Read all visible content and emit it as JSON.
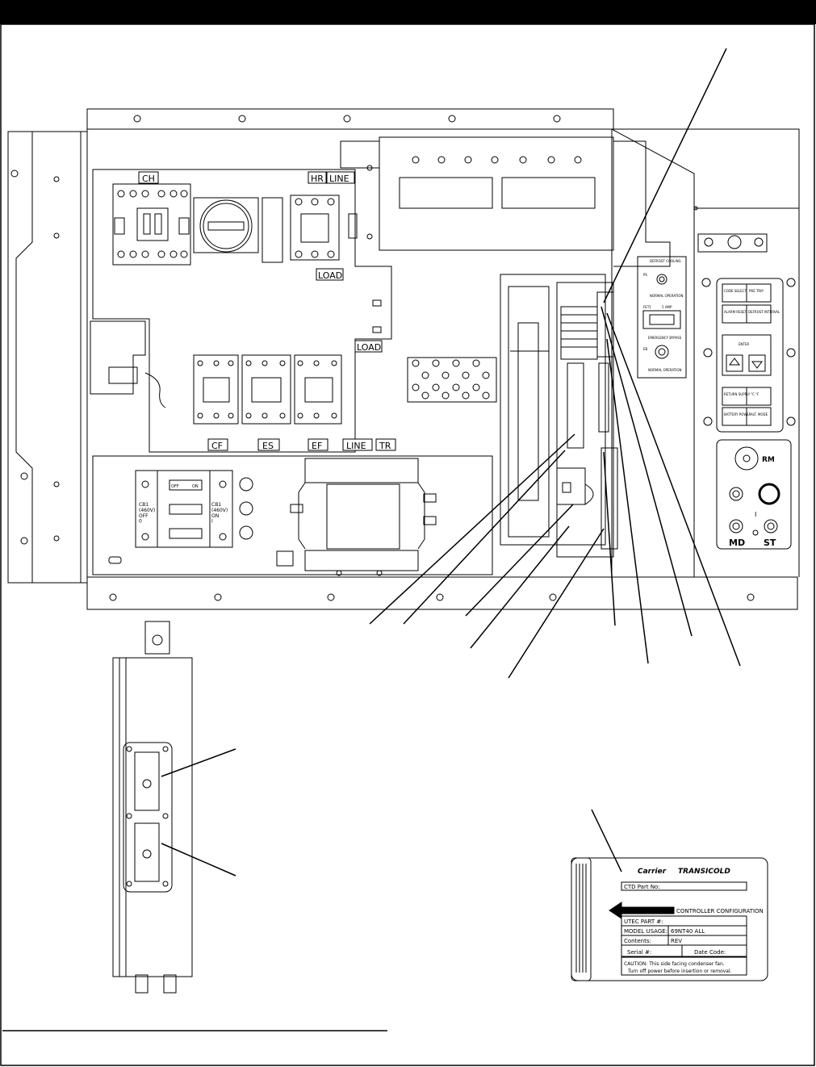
{
  "panel_labels": {
    "ch": "CH",
    "hr": "HR",
    "line_top": "LINE",
    "load_1": "LOAD",
    "load_2": "LOAD",
    "cf": "CF",
    "es": "ES",
    "ef": "EF",
    "line_bottom": "LINE",
    "tr": "TR"
  },
  "breakers": {
    "cb1_off": "CB1\n(460V)\nOFF\n0",
    "cb1_on": "CB1\n(460V)\nON\nI",
    "off_text": "OFF",
    "on_text": "ON"
  },
  "keypad": {
    "keys": [
      "CODE SELECT",
      "PRE TRIP",
      "ALARM RESET",
      "DEFROST INTERVAL",
      "ENTER",
      "RETURN SUPPLY",
      "°C °F",
      "BATTERY POWER",
      "ALT. MODE"
    ]
  },
  "switch_panel": {
    "top_switch_title": "DEFROST COOLING",
    "top_switch_code": "PS",
    "top_switch_state": "NORMAL OPERATION",
    "fuse_label": "FET1",
    "fuse_amp": "5 AMP",
    "bottom_switch_title": "EMERGENCY BYPASS",
    "bottom_switch_code": "EB",
    "bottom_switch_state": "NORMAL OPERATION"
  },
  "display_module": {
    "rm_label": "RM",
    "md_label": "MD",
    "st_label": "ST",
    "indicator": "I"
  },
  "pcmcia_card": {
    "brand_left": "Carrier",
    "brand_right": "TRANSICOLD",
    "ctd_part": "CTD Part No:",
    "arrow_text": "CONTROLLER CONFIGURATION",
    "utec_part": "UTEC PART #:",
    "model_usage_label": "MODEL USAGE:",
    "model_usage_value": "69NT40 ALL",
    "contents_label": "Contents:",
    "contents_value": "REV",
    "serial": "Serial #:",
    "date_code": "Date Code:",
    "caution": "CAUTION: This side facing condenser fan.",
    "caution_2": "Turn off power before insertion or removal."
  }
}
